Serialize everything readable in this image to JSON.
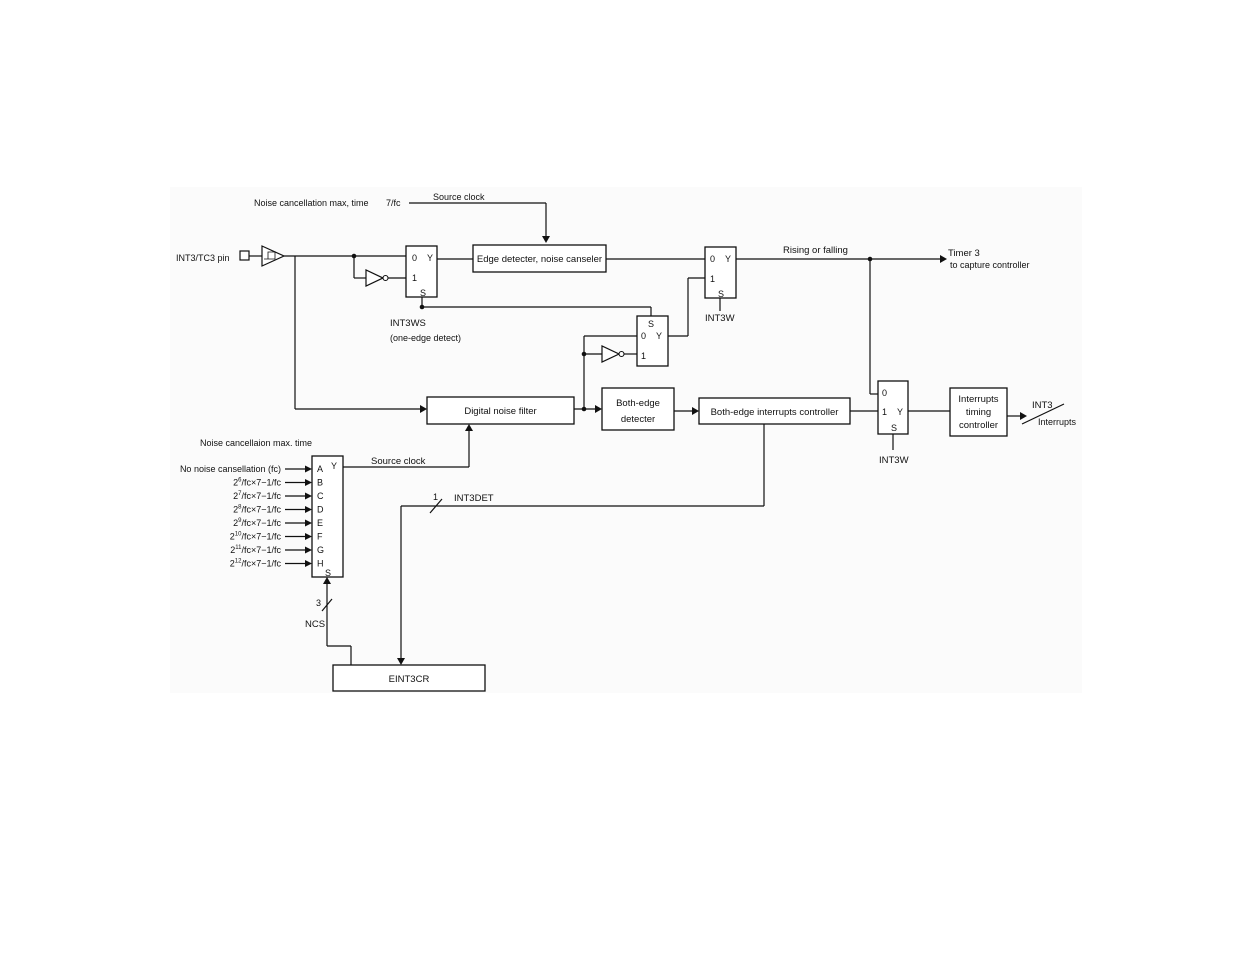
{
  "top": {
    "noise_max_label": "Noise cancellation max, time",
    "noise_max_value": "7/fc",
    "source_clock_top": "Source clock"
  },
  "input": {
    "pin_label": "INT3/TC3  pin"
  },
  "blocks": {
    "edge_detector": "Edge detecter, noise canseler",
    "digital_noise_filter": "Digital noise filter",
    "both_edge_line1": "Both-edge",
    "both_edge_line2": "detecter",
    "both_edge_ctrl": "Both-edge interrupts controller",
    "itc_line1": "Interrupts",
    "itc_line2": "timing",
    "itc_line3": "controller",
    "eint3cr": "EINT3CR"
  },
  "mux1": {
    "in0": "0",
    "in1": "1",
    "out": "Y",
    "sel": "S",
    "sel_name": "INT3WS",
    "sel_desc": "(one-edge detect)"
  },
  "mux2": {
    "in0": "0",
    "in1": "1",
    "out": "Y",
    "sel": "S",
    "sel_name": "INT3W"
  },
  "mux3": {
    "in0": "0",
    "in1": "1",
    "out": "Y",
    "sel": "S"
  },
  "mux4": {
    "in0": "0",
    "in1": "1",
    "out": "Y",
    "sel": "S",
    "sel_name": "INT3W"
  },
  "outputs": {
    "rising_falling": "Rising or falling",
    "timer_line1": "Timer 3",
    "timer_line2": "to capture controller",
    "int3": "INT3",
    "interrupts": "Interrupts"
  },
  "selector": {
    "title": "Noise cancellaion max. time",
    "inputs": [
      {
        "pre": "No noise cansellation (fc)",
        "exp": "",
        "post": "",
        "port": "A"
      },
      {
        "pre": "2",
        "exp": "6",
        "post": "/fc×7−1/fc",
        "port": "B"
      },
      {
        "pre": "2",
        "exp": "7",
        "post": "/fc×7−1/fc",
        "port": "C"
      },
      {
        "pre": "2",
        "exp": "8",
        "post": "/fc×7−1/fc",
        "port": "D"
      },
      {
        "pre": "2",
        "exp": "9",
        "post": "/fc×7−1/fc",
        "port": "E"
      },
      {
        "pre": "2",
        "exp": "10",
        "post": "/fc×7−1/fc",
        "port": "F"
      },
      {
        "pre": "2",
        "exp": "11",
        "post": "/fc×7−1/fc",
        "port": "G"
      },
      {
        "pre": "2",
        "exp": "12",
        "post": "/fc×7−1/fc",
        "port": "H"
      }
    ],
    "out": "Y",
    "sel": "S",
    "source_clock": "Source clock"
  },
  "buses": {
    "int3det_width": "1",
    "int3det": "INT3DET",
    "ncs_width": "3",
    "ncs": "NCS"
  }
}
